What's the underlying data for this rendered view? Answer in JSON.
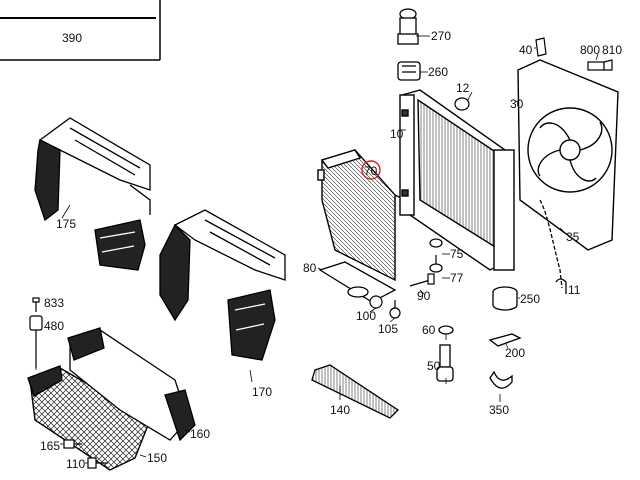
{
  "diagram": {
    "colors": {
      "line": "#000000",
      "fill": "#ffffff",
      "highlight": "#d62222"
    },
    "reference_box_label": "390",
    "highlighted_part": "70",
    "parts": [
      {
        "number": "270",
        "icon": "expansion-cap-icon"
      },
      {
        "number": "260",
        "icon": "bracket-icon"
      },
      {
        "number": "12",
        "icon": "plug-icon"
      },
      {
        "number": "10",
        "icon": "radiator-tank-icon"
      },
      {
        "number": "40",
        "icon": "clip-icon"
      },
      {
        "number": "800",
        "icon": "connector-icon"
      },
      {
        "number": "810",
        "icon": "connector-icon"
      },
      {
        "number": "30",
        "icon": "fan-shroud-icon"
      },
      {
        "number": "35",
        "icon": "fan-icon"
      },
      {
        "number": "11",
        "icon": "hose-icon"
      },
      {
        "number": "70",
        "icon": "condenser-icon"
      },
      {
        "number": "175",
        "icon": "air-duct-left-icon"
      },
      {
        "number": "170",
        "icon": "air-duct-right-icon"
      },
      {
        "number": "75",
        "icon": "washer-icon"
      },
      {
        "number": "77",
        "icon": "nut-icon"
      },
      {
        "number": "80",
        "icon": "dryer-cartridge-icon"
      },
      {
        "number": "90",
        "icon": "bolt-icon"
      },
      {
        "number": "100",
        "icon": "clip-icon"
      },
      {
        "number": "105",
        "icon": "screw-icon"
      },
      {
        "number": "250",
        "icon": "bushing-icon"
      },
      {
        "number": "60",
        "icon": "drain-plug-icon"
      },
      {
        "number": "200",
        "icon": "bracket-icon"
      },
      {
        "number": "50",
        "icon": "drain-tap-icon"
      },
      {
        "number": "350",
        "icon": "clamp-icon"
      },
      {
        "number": "140",
        "icon": "seal-strip-icon"
      },
      {
        "number": "833",
        "icon": "screw-icon"
      },
      {
        "number": "480",
        "icon": "sensor-icon"
      },
      {
        "number": "160",
        "icon": "air-guide-icon"
      },
      {
        "number": "150",
        "icon": "grille-icon"
      },
      {
        "number": "165",
        "icon": "clip-icon"
      },
      {
        "number": "110",
        "icon": "rivet-icon"
      }
    ]
  }
}
